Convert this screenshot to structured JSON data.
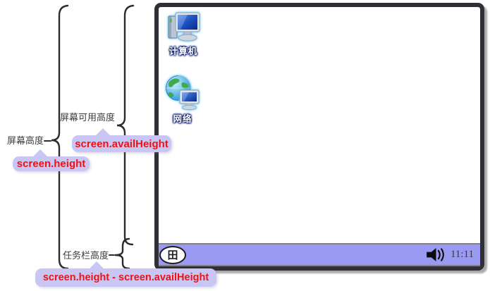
{
  "diagram": {
    "labels": {
      "screen_height": "屏幕高度",
      "avail_height": "屏幕可用高度",
      "taskbar_height": "任务栏高度"
    },
    "tooltips": {
      "height": "screen.height",
      "avail": "screen.availHeight",
      "diff": "screen.height - screen.availHeight"
    },
    "colors": {
      "tooltip_bg": "#cac6f3",
      "tooltip_text": "#ee1212",
      "taskbar_bg": "#9b9af3",
      "frame_border": "#2f2f35",
      "brace_stroke": "#2b2b2b"
    }
  },
  "desktop": {
    "icons": [
      {
        "name": "computer-icon",
        "label": "计算机"
      },
      {
        "name": "network-icon",
        "label": "网络"
      }
    ],
    "taskbar": {
      "start_glyph": "田",
      "speaker_icon": "speaker-icon",
      "clock": "11:11"
    }
  }
}
